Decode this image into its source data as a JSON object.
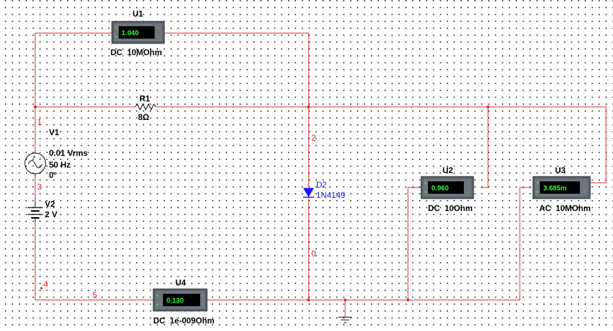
{
  "meters": {
    "u1": {
      "ref": "U1",
      "value": "1.040",
      "mode": "DC  10MOhm",
      "terminal_plus": "+",
      "terminal_minus": "-"
    },
    "u2": {
      "ref": "U2",
      "value": "0.960",
      "mode": "DC  10Ohm",
      "terminal_plus": "+",
      "terminal_minus": "-"
    },
    "u3": {
      "ref": "U3",
      "value": "3.685m",
      "mode": "AC  10MOhm",
      "terminal_plus": "+",
      "terminal_minus": "-"
    },
    "u4": {
      "ref": "U4",
      "value": "0.130",
      "mode": "DC  1e-009Ohm",
      "terminal_plus": "+",
      "terminal_minus": "-"
    }
  },
  "components": {
    "r1": {
      "ref": "R1",
      "value": "8Ω"
    },
    "v1": {
      "ref": "V1",
      "amplitude": "0.01 Vrms",
      "frequency": "50 Hz",
      "phase": "0°",
      "symbol_plus": "+"
    },
    "v2": {
      "ref": "V2",
      "value": "2 V"
    },
    "d2": {
      "ref": "D2",
      "model": "1N4149"
    }
  },
  "nets": {
    "n1": "1",
    "n2": "2",
    "n3": "3",
    "n0": "0",
    "n4": "4",
    "n5": "5"
  },
  "colors": {
    "wire": "#e02020",
    "diode": "#1a1aff",
    "meter_display_bg": "#000000",
    "meter_text": "#2cff2c",
    "meter_body": "#5a6068"
  }
}
